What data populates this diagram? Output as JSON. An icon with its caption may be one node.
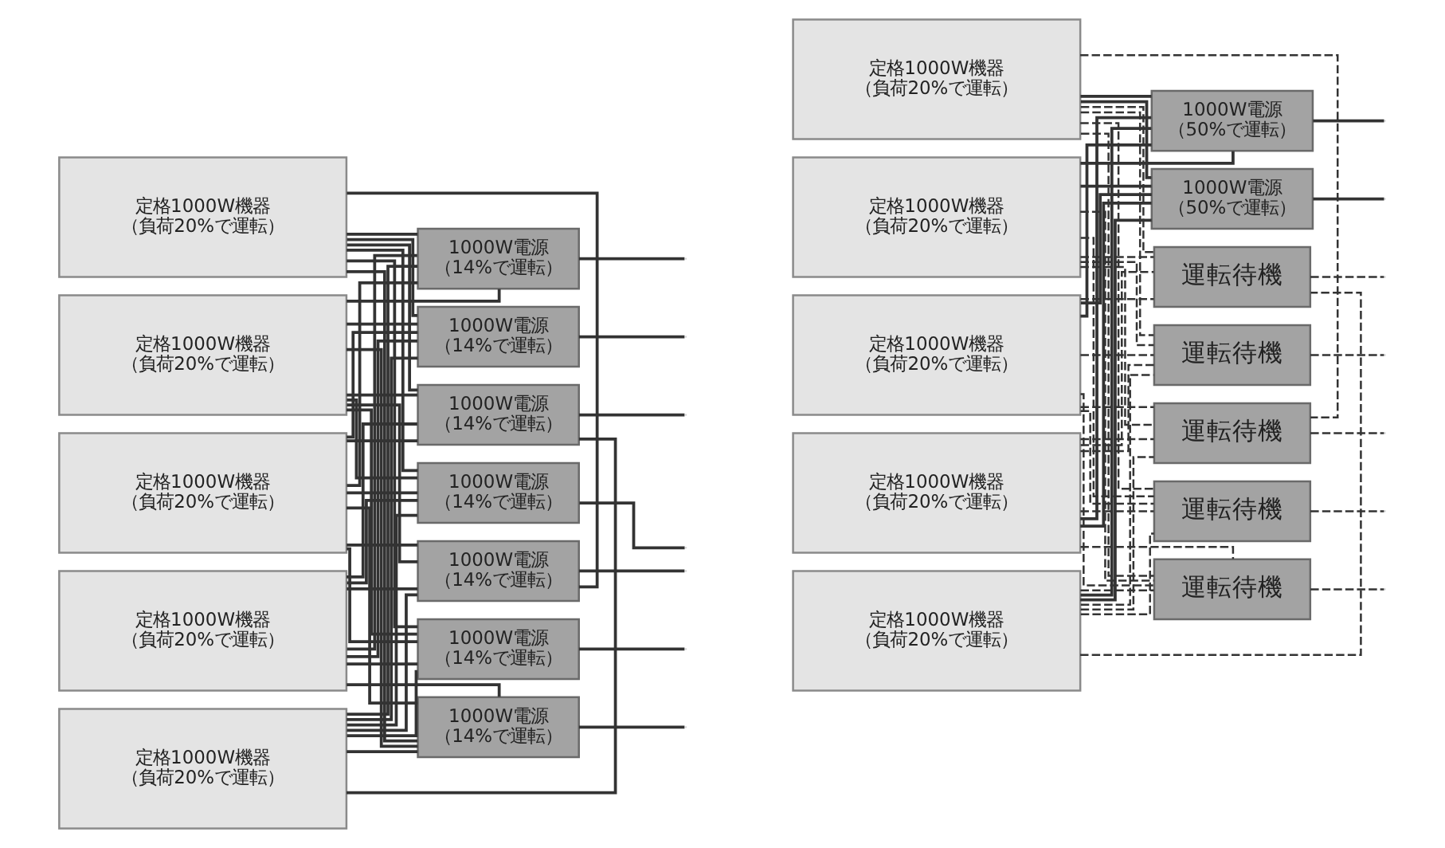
{
  "diagram": {
    "nodes": [
      {
        "text": [
          "定格1000W機器",
          "（負荷20%で運転）"
        ]
      },
      {
        "text": [
          "定格1000W機器",
          "（負荷20%で運転）"
        ]
      },
      {
        "text": [
          "定格1000W機器",
          "（負荷20%で運転）"
        ]
      },
      {
        "text": [
          "定格1000W機器",
          "（負荷20%で運転）"
        ]
      },
      {
        "text": [
          "定格1000W機器",
          "（負荷20%で運転）"
        ]
      },
      {
        "text": [
          "1000W電源",
          "（14%で運転）"
        ]
      },
      {
        "text": [
          "1000W電源",
          "（14%で運転）"
        ]
      },
      {
        "text": [
          "1000W電源",
          "（14%で運転）"
        ]
      },
      {
        "text": [
          "1000W電源",
          "（14%で運転）"
        ]
      },
      {
        "text": [
          "1000W電源",
          "（14%で運転）"
        ]
      },
      {
        "text": [
          "1000W電源",
          "（14%で運転）"
        ]
      },
      {
        "text": [
          "1000W電源",
          "（14%で運転）"
        ]
      },
      {
        "text": [
          "定格1000W機器",
          "（負荷20%で運転）"
        ]
      },
      {
        "text": [
          "定格1000W機器",
          "（負荷20%で運転）"
        ]
      },
      {
        "text": [
          "定格1000W機器",
          "（負荷20%で運転）"
        ]
      },
      {
        "text": [
          "定格1000W機器",
          "（負荷20%で運転）"
        ]
      },
      {
        "text": [
          "定格1000W機器",
          "（負荷20%で運転）"
        ]
      },
      {
        "text": [
          "1000W電源",
          "（50%で運転）"
        ]
      },
      {
        "text": [
          "1000W電源",
          "（50%で運転）"
        ]
      },
      {
        "text": [
          "運転待機"
        ]
      },
      {
        "text": [
          "運転待機"
        ]
      },
      {
        "text": [
          "運転待機"
        ]
      },
      {
        "text": [
          "運転待機"
        ]
      },
      {
        "text": [
          "運転待機"
        ]
      }
    ],
    "edges": [
      {
        "from": 0,
        "to": 5,
        "arrow": "none"
      },
      {
        "from": 0,
        "to": 6,
        "arrow": "none"
      },
      {
        "from": 0,
        "to": 7,
        "arrow": "none"
      },
      {
        "from": 0,
        "to": 8,
        "arrow": "none"
      },
      {
        "from": 0,
        "to": 9,
        "arrow": "none"
      },
      {
        "from": 0,
        "to": 10,
        "arrow": "none"
      },
      {
        "from": 0,
        "to": 11,
        "arrow": "none"
      },
      {
        "from": 1,
        "to": 5,
        "arrow": "none"
      },
      {
        "from": 1,
        "to": 6,
        "arrow": "none"
      },
      {
        "from": 1,
        "to": 7,
        "arrow": "none"
      },
      {
        "from": 1,
        "to": 8,
        "arrow": "none"
      },
      {
        "from": 1,
        "to": 9,
        "arrow": "none"
      },
      {
        "from": 1,
        "to": 10,
        "arrow": "none"
      },
      {
        "from": 1,
        "to": 11,
        "arrow": "none"
      },
      {
        "from": 2,
        "to": 5,
        "arrow": "none"
      },
      {
        "from": 2,
        "to": 6,
        "arrow": "none"
      },
      {
        "from": 2,
        "to": 7,
        "arrow": "none"
      },
      {
        "from": 2,
        "to": 8,
        "arrow": "none"
      },
      {
        "from": 2,
        "to": 9,
        "arrow": "none"
      },
      {
        "from": 2,
        "to": 10,
        "arrow": "none"
      },
      {
        "from": 2,
        "to": 11,
        "arrow": "none"
      },
      {
        "from": 3,
        "to": 5,
        "arrow": "none"
      },
      {
        "from": 3,
        "to": 6,
        "arrow": "none"
      },
      {
        "from": 3,
        "to": 7,
        "arrow": "none"
      },
      {
        "from": 3,
        "to": 8,
        "arrow": "none"
      },
      {
        "from": 3,
        "to": 9,
        "arrow": "none"
      },
      {
        "from": 3,
        "to": 10,
        "arrow": "none"
      },
      {
        "from": 3,
        "to": 11,
        "arrow": "none"
      },
      {
        "from": 4,
        "to": 5,
        "arrow": "none"
      },
      {
        "from": 4,
        "to": 6,
        "arrow": "none"
      },
      {
        "from": 4,
        "to": 7,
        "arrow": "none"
      },
      {
        "from": 4,
        "to": 8,
        "arrow": "none"
      },
      {
        "from": 4,
        "to": 9,
        "arrow": "none"
      },
      {
        "from": 4,
        "to": 10,
        "arrow": "none"
      },
      {
        "from": 4,
        "to": 11,
        "arrow": "none"
      },
      {
        "from": 5,
        "to": null,
        "arrow": "none"
      },
      {
        "from": 6,
        "to": null,
        "arrow": "none"
      },
      {
        "from": 7,
        "to": null,
        "arrow": "none"
      },
      {
        "from": 8,
        "to": null,
        "arrow": "none"
      },
      {
        "from": 9,
        "to": null,
        "arrow": "none"
      },
      {
        "from": 10,
        "to": null,
        "arrow": "none"
      },
      {
        "from": 11,
        "to": null,
        "arrow": "none"
      },
      {
        "from": 12,
        "to": 17,
        "arrow": "none"
      },
      {
        "from": 12,
        "to": 18,
        "arrow": "none"
      },
      {
        "from": 12,
        "to": 19,
        "arrow": "none",
        "style": "dashed"
      },
      {
        "from": 12,
        "to": 20,
        "arrow": "none",
        "style": "dashed"
      },
      {
        "from": 12,
        "to": 21,
        "arrow": "none",
        "style": "dashed"
      },
      {
        "from": 12,
        "to": 22,
        "arrow": "none",
        "style": "dashed"
      },
      {
        "from": 12,
        "to": 23,
        "arrow": "none",
        "style": "dashed"
      },
      {
        "from": 13,
        "to": 17,
        "arrow": "none"
      },
      {
        "from": 13,
        "to": 18,
        "arrow": "none"
      },
      {
        "from": 13,
        "to": 19,
        "arrow": "none",
        "style": "dashed"
      },
      {
        "from": 13,
        "to": 20,
        "arrow": "none",
        "style": "dashed"
      },
      {
        "from": 13,
        "to": 21,
        "arrow": "none",
        "style": "dashed"
      },
      {
        "from": 13,
        "to": 22,
        "arrow": "none",
        "style": "dashed"
      },
      {
        "from": 13,
        "to": 23,
        "arrow": "none",
        "style": "dashed"
      },
      {
        "from": 14,
        "to": 17,
        "arrow": "none"
      },
      {
        "from": 14,
        "to": 18,
        "arrow": "none"
      },
      {
        "from": 14,
        "to": 19,
        "arrow": "none",
        "style": "dashed"
      },
      {
        "from": 14,
        "to": 20,
        "arrow": "none",
        "style": "dashed"
      },
      {
        "from": 14,
        "to": 21,
        "arrow": "none",
        "style": "dashed"
      },
      {
        "from": 14,
        "to": 22,
        "arrow": "none",
        "style": "dashed"
      },
      {
        "from": 14,
        "to": 23,
        "arrow": "none",
        "style": "dashed"
      },
      {
        "from": 15,
        "to": 17,
        "arrow": "none"
      },
      {
        "from": 15,
        "to": 18,
        "arrow": "none"
      },
      {
        "from": 15,
        "to": 19,
        "arrow": "none",
        "style": "dashed"
      },
      {
        "from": 15,
        "to": 20,
        "arrow": "none",
        "style": "dashed"
      },
      {
        "from": 15,
        "to": 21,
        "arrow": "none",
        "style": "dashed"
      },
      {
        "from": 15,
        "to": 22,
        "arrow": "none",
        "style": "dashed"
      },
      {
        "from": 15,
        "to": 23,
        "arrow": "none",
        "style": "dashed"
      },
      {
        "from": 16,
        "to": 17,
        "arrow": "none"
      },
      {
        "from": 16,
        "to": 18,
        "arrow": "none"
      },
      {
        "from": 16,
        "to": 19,
        "arrow": "none",
        "style": "dashed"
      },
      {
        "from": 16,
        "to": 20,
        "arrow": "none",
        "style": "dashed"
      },
      {
        "from": 16,
        "to": 21,
        "arrow": "none",
        "style": "dashed"
      },
      {
        "from": 16,
        "to": 22,
        "arrow": "none",
        "style": "dashed"
      },
      {
        "from": 16,
        "to": 23,
        "arrow": "none",
        "style": "dashed"
      },
      {
        "from": 17,
        "to": null,
        "arrow": "none"
      },
      {
        "from": 18,
        "to": null,
        "arrow": "none"
      },
      {
        "from": 19,
        "to": null,
        "arrow": "none",
        "style": "dashed"
      },
      {
        "from": 20,
        "to": null,
        "arrow": "none",
        "style": "dashed"
      },
      {
        "from": 21,
        "to": null,
        "arrow": "none",
        "style": "dashed"
      },
      {
        "from": 22,
        "to": null,
        "arrow": "none",
        "style": "dashed"
      },
      {
        "from": 23,
        "to": null,
        "arrow": "none",
        "style": "dashed"
      }
    ]
  }
}
